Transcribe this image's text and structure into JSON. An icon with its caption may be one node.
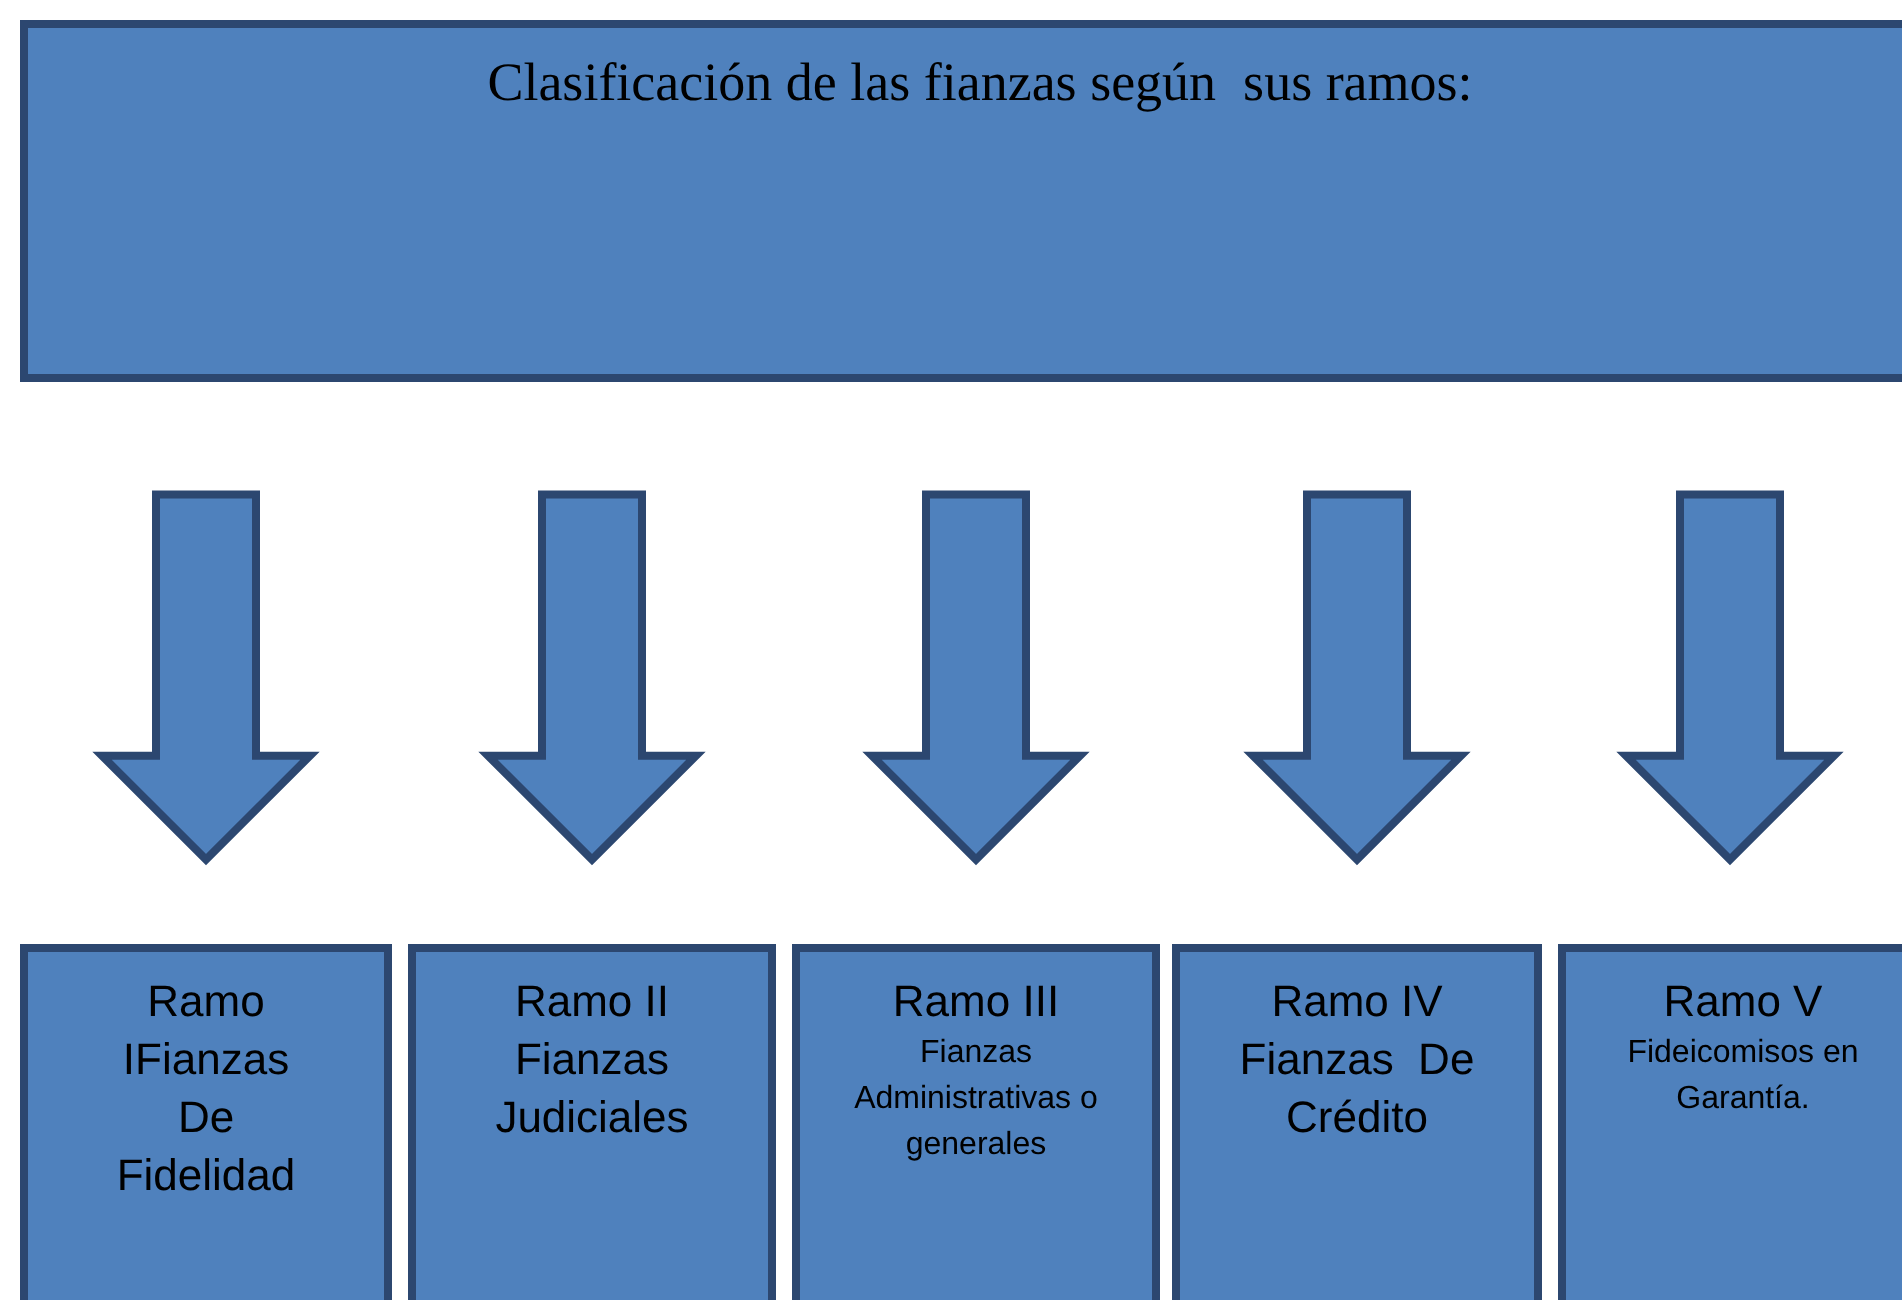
{
  "diagram": {
    "nodes": [
      {
        "text": [
          "Clasificación de las fianzas según  sus ramos:"
        ]
      },
      {
        "text": [
          "Ramo IFianzas De Fidelidad"
        ]
      },
      {
        "text": [
          "Ramo II Fianzas Judiciales"
        ]
      },
      {
        "text": [
          "Ramo III",
          "Fianzas Administrativas o generales"
        ]
      },
      {
        "text": [
          "Ramo IV Fianzas  De Crédito"
        ]
      },
      {
        "text": [
          "Ramo V",
          "Fideicomisos en Garantía."
        ]
      }
    ],
    "edges": [
      {
        "from": 0,
        "to": 1,
        "arrow": "to"
      },
      {
        "from": 0,
        "to": 2,
        "arrow": "to"
      },
      {
        "from": 0,
        "to": 3,
        "arrow": "to"
      },
      {
        "from": 0,
        "to": 4,
        "arrow": "to"
      },
      {
        "from": 0,
        "to": 5,
        "arrow": "to"
      }
    ]
  }
}
